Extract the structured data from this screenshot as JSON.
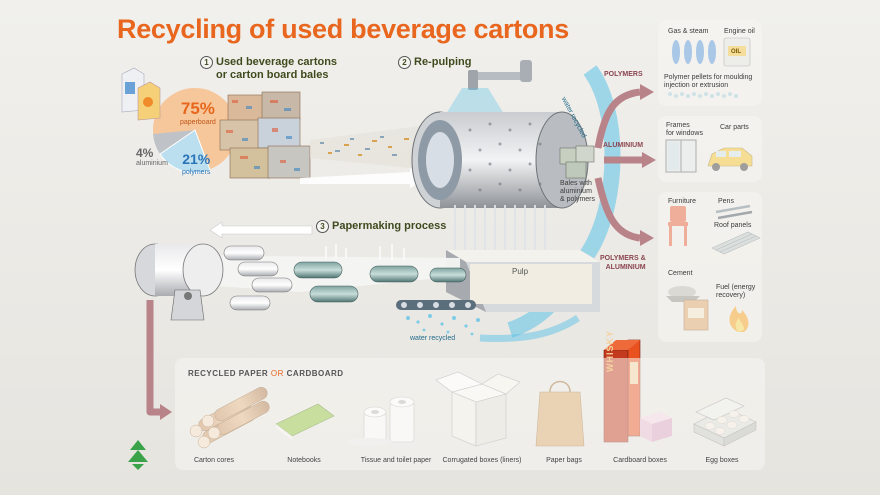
{
  "title": "Recycling of used beverage cartons",
  "steps": {
    "s1": {
      "num": "1",
      "line1": "Used beverage cartons",
      "line2": "or carton board bales"
    },
    "s2": {
      "num": "2",
      "label": "Re-pulping"
    },
    "s3": {
      "num": "3",
      "label": "Papermaking process"
    }
  },
  "composition": {
    "paperboard": {
      "value": "75%",
      "label": "paperboard"
    },
    "aluminium": {
      "value": "4%",
      "label": "aluminium"
    },
    "polymers": {
      "value": "21%",
      "label": "polymers"
    }
  },
  "process": {
    "water_recycled_top": "water recycled",
    "water_recycled_bottom": "water recycled",
    "bales_line1": "Bales with",
    "bales_line2": "aluminium",
    "bales_line3": "& polymers",
    "pulp": "Pulp"
  },
  "outputs": {
    "polymers": {
      "category": "POLYMERS",
      "gas_steam": "Gas & steam",
      "engine_oil": "Engine oil",
      "oil_can_text": "OIL",
      "pellets_line1": "Polymer pellets for moulding",
      "pellets_line2": "injection or extrusion"
    },
    "aluminium": {
      "category": "ALUMINIUM",
      "frames_line1": "Frames",
      "frames_line2": "for windows",
      "car_parts": "Car parts"
    },
    "polymers_aluminium": {
      "category_line1": "POLYMERS &",
      "category_line2": "ALUMINIUM",
      "furniture": "Furniture",
      "pens": "Pens",
      "roof_panels": "Roof panels",
      "cement": "Cement",
      "fuel_line1": "Fuel (energy",
      "fuel_line2": "recovery)"
    }
  },
  "recycled_paper": {
    "title_a": "RECYCLED PAPER ",
    "title_or": "OR",
    "title_b": " CARDBOARD",
    "items": [
      "Carton cores",
      "Notebooks",
      "Tissue and toilet paper",
      "Corrugated boxes (liners)",
      "Paper bags",
      "Cardboard boxes",
      "Egg boxes"
    ],
    "whisky_label": "WHISKY"
  },
  "colors": {
    "title": "#e8661e",
    "arrow": "#b88389",
    "water": "#5bc2e7",
    "step_text": "#3f4a1e",
    "logo": "#3aa34a"
  }
}
